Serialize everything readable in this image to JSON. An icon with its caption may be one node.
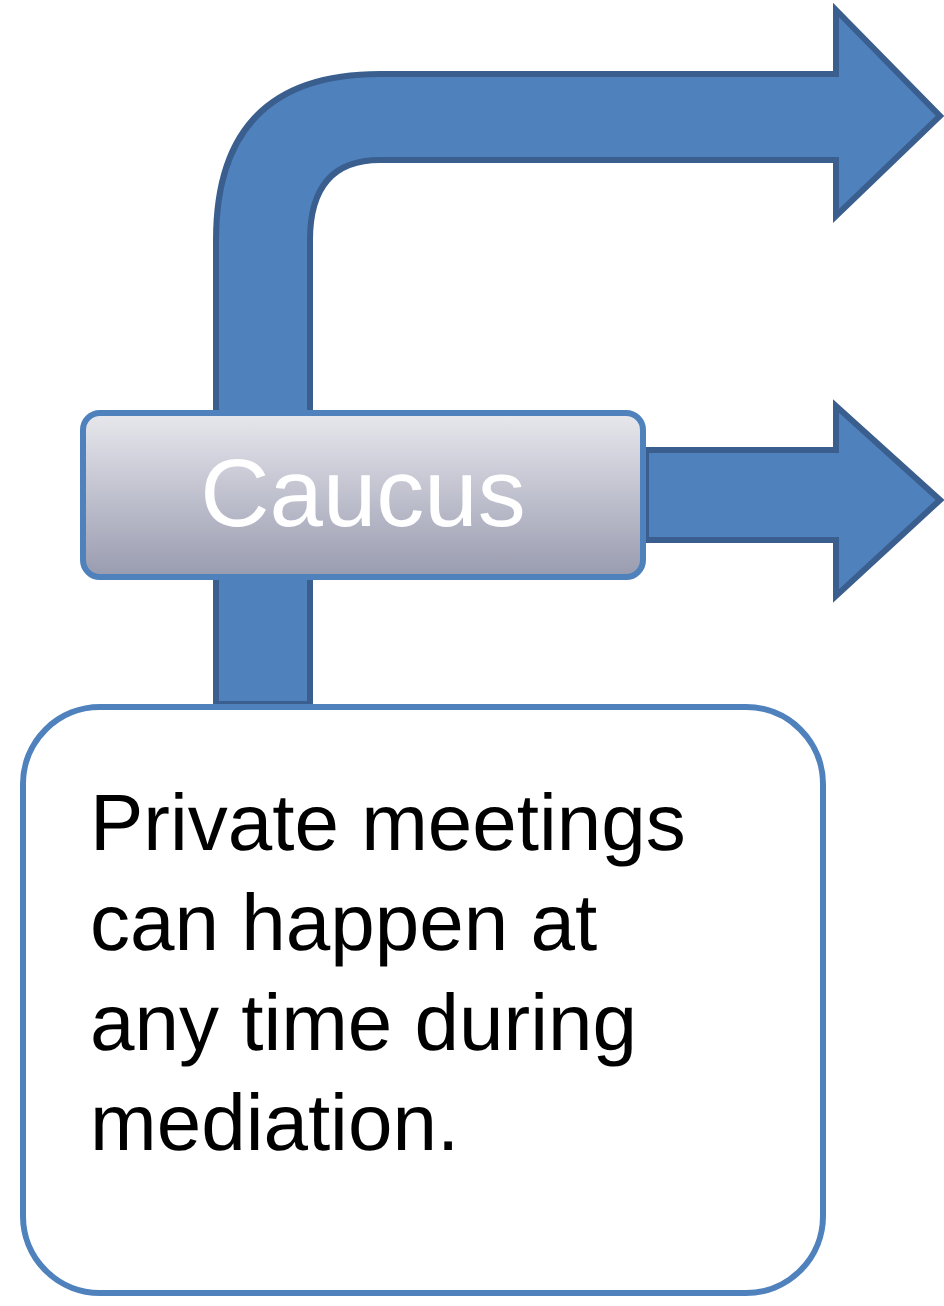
{
  "diagram": {
    "nodes": [
      {
        "text": [
          "Caucus"
        ]
      },
      {
        "text": [
          "Private meetings can happen at any time during mediation."
        ]
      }
    ],
    "edges": [
      {
        "from": 1,
        "to": null,
        "arrow": "to"
      },
      {
        "from": 0,
        "to": null,
        "arrow": "to"
      }
    ]
  }
}
